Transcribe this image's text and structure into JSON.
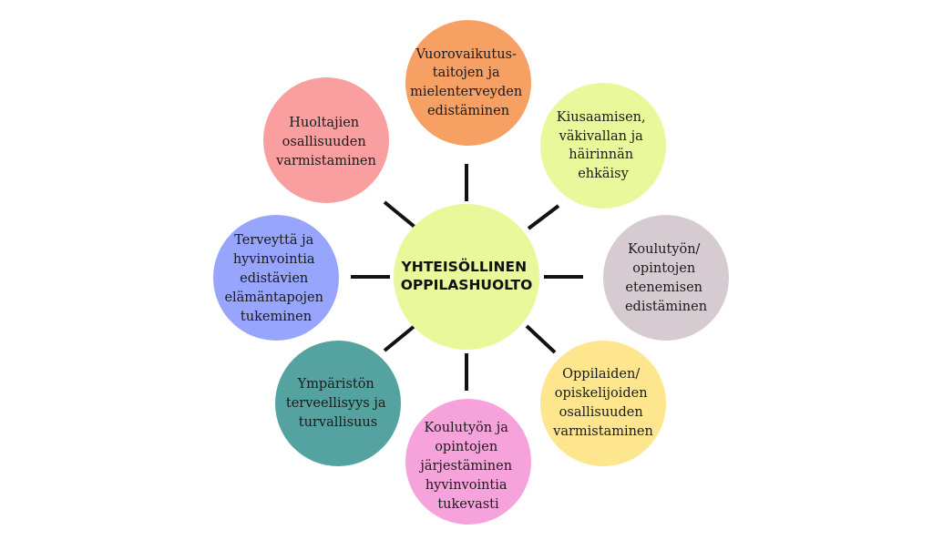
{
  "center": {
    "lines": [
      "YHTEISÖLLINEN",
      "OPPILASHUOLTO"
    ],
    "color": "#e8f89a"
  },
  "nodes": [
    {
      "id": "vuorovaikutustaitojen",
      "lines": [
        "Vuorovaikutus-",
        "taitojen ja",
        "mielenterveyden",
        "edistäminen"
      ],
      "color": "#f7a063"
    },
    {
      "id": "kiusaamisen",
      "lines": [
        "Kiusaamisen,",
        "väkivallan ja",
        "häirinnän",
        "ehkäisy"
      ],
      "color": "#e8f89a"
    },
    {
      "id": "koulutyon-opintojen-etenemisen",
      "lines": [
        "Koulutyön/",
        "opintojen",
        "etenemisen",
        "edistäminen"
      ],
      "color": "#d7cbd2"
    },
    {
      "id": "oppilaiden-osallisuuden",
      "lines": [
        "Oppilaiden/",
        "opiskelijoiden",
        "osallisuuden",
        "varmistaminen"
      ],
      "color": "#fde68e"
    },
    {
      "id": "koulutyon-jarjestaminen",
      "lines": [
        "Koulutyön ja",
        "opintojen",
        "järjestäminen",
        "hyvinvointia",
        "tukevasti"
      ],
      "color": "#f7a3db"
    },
    {
      "id": "ympariston-terveellisyys",
      "lines": [
        "Ympäristön",
        "terveellisyys ja",
        "turvallisuus"
      ],
      "color": "#54a3a0"
    },
    {
      "id": "terveytta-hyvinvointia",
      "lines": [
        "Terveyttä ja",
        "hyvinvointia",
        "edistävien",
        "elämäntapojen",
        "tukeminen"
      ],
      "color": "#98a5fc"
    },
    {
      "id": "huoltajien-osallisuuden",
      "lines": [
        "Huoltajien",
        "osallisuuden",
        "varmistaminen"
      ],
      "color": "#fa9f9f"
    }
  ]
}
